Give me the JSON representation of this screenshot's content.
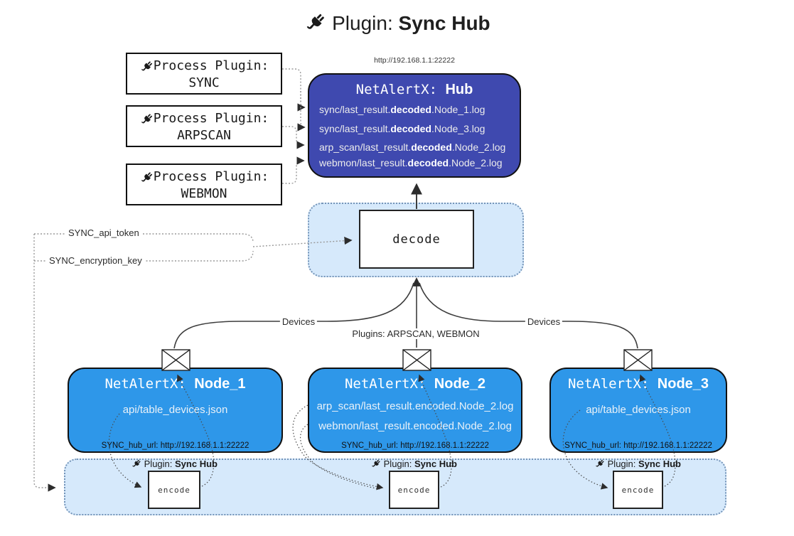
{
  "title": {
    "prefix": "Plugin:",
    "name": "Sync Hub"
  },
  "hub": {
    "url": "http://192.168.1.1:22222",
    "name_prefix": "NetAlertX:",
    "name": "Hub",
    "rows": [
      {
        "pre": "sync/last_result.",
        "bold": "decoded",
        "post": ".Node_1.log"
      },
      {
        "pre": "sync/last_result.",
        "bold": "decoded",
        "post": ".Node_3.log"
      },
      {
        "pre": "arp_scan/last_result.",
        "bold": "decoded",
        "post": ".Node_2.log"
      },
      {
        "pre": "webmon/last_result.",
        "bold": "decoded",
        "post": ".Node_2.log"
      }
    ]
  },
  "process_plugins": [
    {
      "label": "Process Plugin:",
      "name": "SYNC"
    },
    {
      "label": "Process Plugin:",
      "name": "ARPSCAN"
    },
    {
      "label": "Process Plugin:",
      "name": "WEBMON"
    }
  ],
  "decode": {
    "label": "decode"
  },
  "settings": {
    "api_token": "SYNC_api_token",
    "encryption_key": "SYNC_encryption_key"
  },
  "edges": {
    "devices_left": "Devices",
    "devices_right": "Devices",
    "plugins": "Plugins: ARPSCAN, WEBMON"
  },
  "nodes": [
    {
      "name_prefix": "NetAlertX:",
      "name": "Node_1",
      "rows": [
        "api/table_devices.json"
      ],
      "footer": "SYNC_hub_url: http://192.168.1.1:22222"
    },
    {
      "name_prefix": "NetAlertX:",
      "name": "Node_2",
      "rows": [
        "arp_scan/last_result.encoded.Node_2.log",
        "webmon/last_result.encoded.Node_2.log"
      ],
      "footer": "SYNC_hub_url: http://192.168.1.1:22222"
    },
    {
      "name_prefix": "NetAlertX:",
      "name": "Node_3",
      "rows": [
        "api/table_devices.json"
      ],
      "footer": "SYNC_hub_url: http://192.168.1.1:22222"
    }
  ],
  "encoder": {
    "plugin_prefix": "Plugin:",
    "plugin_name": "Sync Hub",
    "encode_label": "encode"
  },
  "icons": {
    "plug": "plug-icon",
    "envelope": "envelope-icon"
  },
  "colors": {
    "hub_fill": "#3f49af",
    "node_fill": "#2e97e9",
    "container_fill": "#d6e9fb",
    "box_border": "#111111",
    "wire": "#3d3d3d",
    "dotted_wire": "#999999"
  }
}
